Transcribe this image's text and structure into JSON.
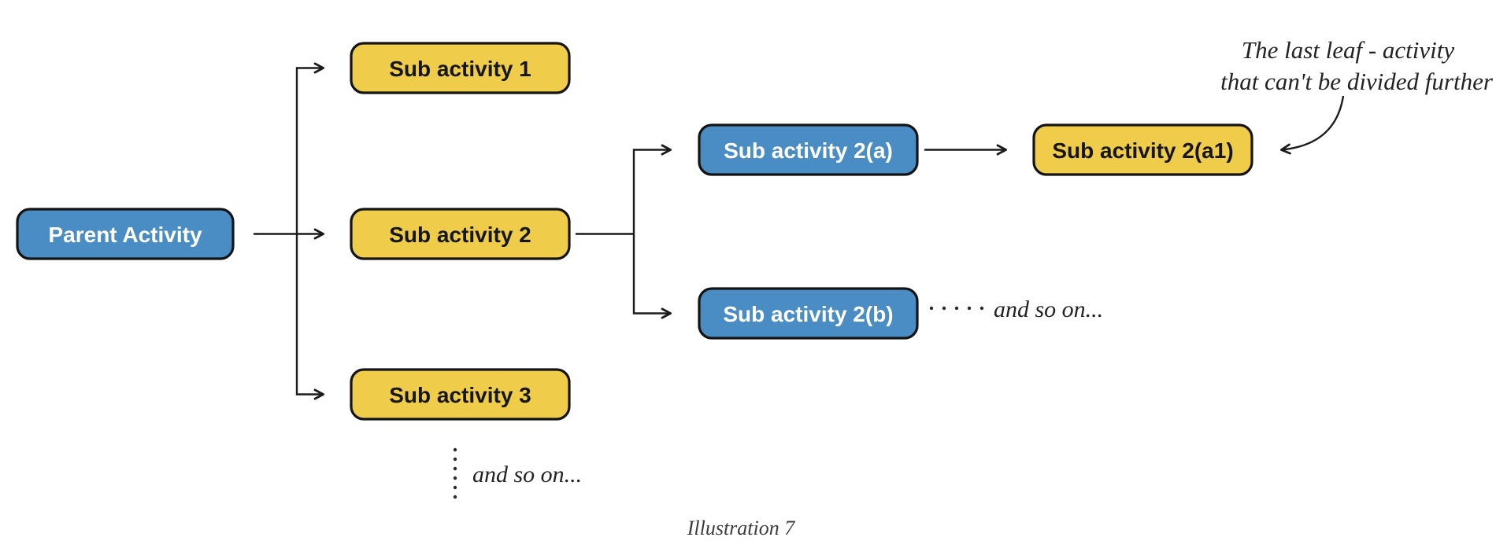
{
  "diagram": {
    "colors": {
      "blue": "#4A8CC4",
      "yellow": "#F0CC4B",
      "line": "#1B1B1B",
      "text_light": "#FFFFFF",
      "text_dark": "#161616"
    },
    "nodes": [
      {
        "id": "parent",
        "label": "Parent Activity",
        "color": "blue"
      },
      {
        "id": "sub1",
        "label": "Sub activity 1",
        "color": "yellow"
      },
      {
        "id": "sub2",
        "label": "Sub activity 2",
        "color": "yellow"
      },
      {
        "id": "sub3",
        "label": "Sub activity 3",
        "color": "yellow"
      },
      {
        "id": "sub2a",
        "label": "Sub activity 2(a)",
        "color": "blue"
      },
      {
        "id": "sub2b",
        "label": "Sub activity 2(b)",
        "color": "blue"
      },
      {
        "id": "sub2a1",
        "label": "Sub activity 2(a1)",
        "color": "yellow"
      }
    ],
    "edges": [
      {
        "from": "parent",
        "to": "sub1"
      },
      {
        "from": "parent",
        "to": "sub2"
      },
      {
        "from": "parent",
        "to": "sub3"
      },
      {
        "from": "sub2",
        "to": "sub2a"
      },
      {
        "from": "sub2",
        "to": "sub2b"
      },
      {
        "from": "sub2a",
        "to": "sub2a1"
      }
    ],
    "annotations": {
      "leaf_note_line1": "The last leaf - activity",
      "leaf_note_line2": "that can't be divided further",
      "and_so_on_right": "and so on...",
      "and_so_on_bottom": "and so on..."
    },
    "caption": "Illustration 7"
  }
}
